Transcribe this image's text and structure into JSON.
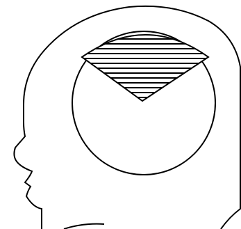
{
  "figure": {
    "description_visible_text": "",
    "colors": {
      "stroke": "#000000",
      "background": "#ffffff",
      "hatch": "#000000"
    },
    "elements": [
      {
        "name": "head-profile-outline",
        "kind": "outline"
      },
      {
        "name": "inner-circle",
        "kind": "circle"
      },
      {
        "name": "hatched-triangle-wedge",
        "kind": "hatched-sector"
      }
    ]
  }
}
